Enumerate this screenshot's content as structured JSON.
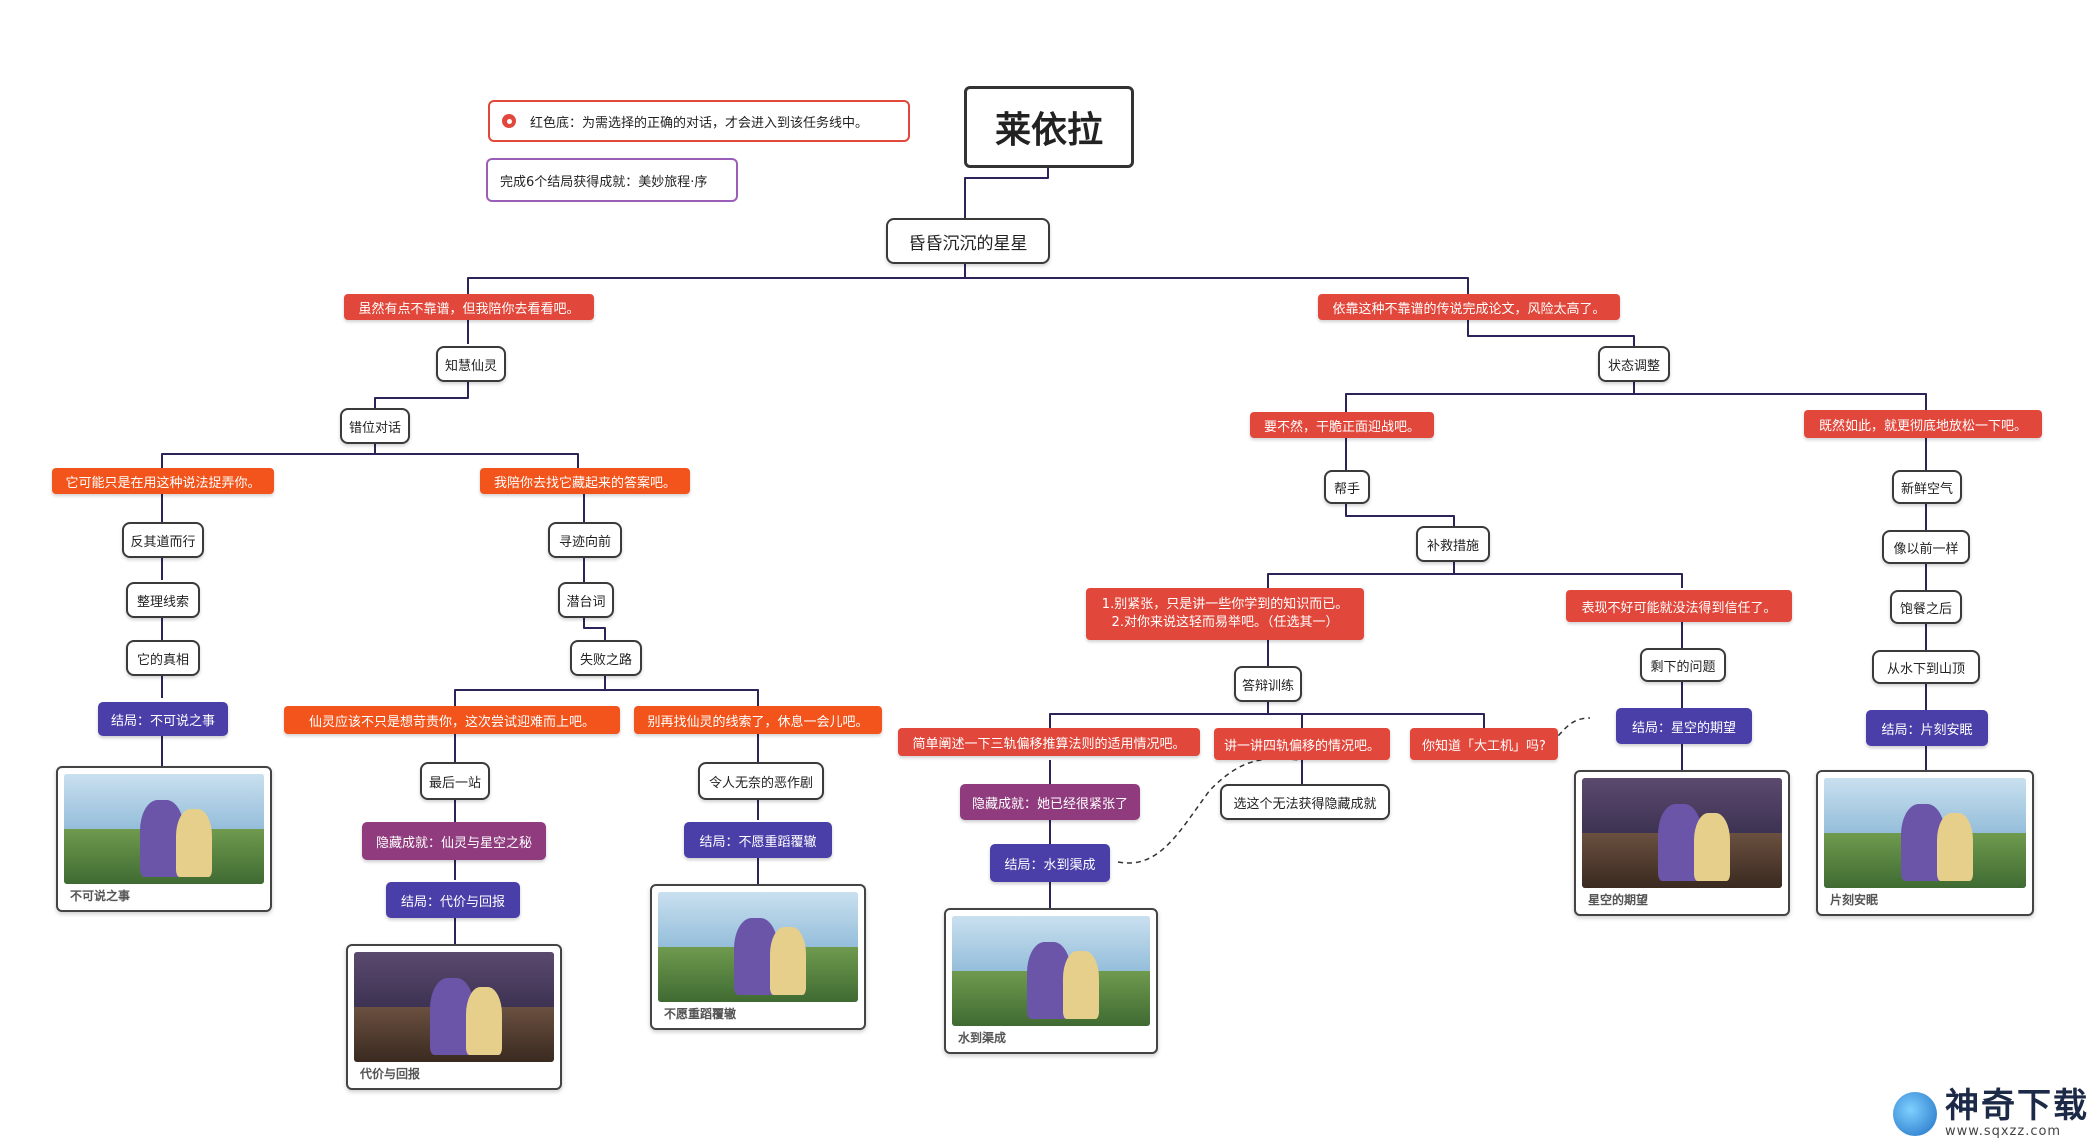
{
  "title": "莱依拉",
  "level1": "昏昏沉沉的星星",
  "legend": {
    "red_note": "红色底：为需选择的正确的对话，才会进入到该任务线中。",
    "achievement_note": "完成6个结局获得成就：美妙旅程·序"
  },
  "left": {
    "choice": "虽然有点不靠谱，但我陪你去看看吧。",
    "n1": "知慧仙灵",
    "n2": "错位对话",
    "a_choice": "它可能只是在用这种说法捉弄你。",
    "a_steps": [
      "反其道而行",
      "整理线索",
      "它的真相"
    ],
    "a_ending": "结局：不可说之事",
    "a_card": "不可说之事",
    "b_choice": "我陪你去找它藏起来的答案吧。",
    "b_steps": [
      "寻迹向前",
      "潜台词",
      "失败之路"
    ],
    "b1_choice": "仙灵应该不只是想苛责你，这次尝试迎难而上吧。",
    "b1_step": "最后一站",
    "b1_hidden": "隐藏成就：仙灵与星空之秘",
    "b1_ending": "结局：代价与回报",
    "b1_card": "代价与回报",
    "b2_choice": "别再找仙灵的线索了，休息一会儿吧。",
    "b2_step": "令人无奈的恶作剧",
    "b2_ending": "结局：不愿重蹈覆辙",
    "b2_card": "不愿重蹈覆辙"
  },
  "right": {
    "choice": "依靠这种不靠谱的传说完成论文，风险太高了。",
    "n1": "状态调整",
    "c_choice": "要不然，干脆正面迎战吧。",
    "c_step1": "帮手",
    "c_step2": "补救措施",
    "c1_choice_line1": "1.别紧张，只是讲一些你学到的知识而已。",
    "c1_choice_line2": "2.对你来说这轻而易举吧。（任选其一）",
    "c1_step": "答辩训练",
    "d1_choice": "简单阐述一下三轨偏移推算法则的适用情况吧。",
    "d1_hidden": "隐藏成就：她已经很紧张了",
    "d1_ending": "结局：水到渠成",
    "d1_card": "水到渠成",
    "d2_choice": "讲一讲四轨偏移的情况吧。",
    "d2_note": "选这个无法获得隐藏成就",
    "d3_choice": "你知道「大工机」吗?",
    "c2_choice": "表现不好可能就没法得到信任了。",
    "c2_step": "剩下的问题",
    "c2_ending": "结局：星空的期望",
    "c2_card": "星空的期望",
    "e_choice": "既然如此，就更彻底地放松一下吧。",
    "e_steps": [
      "新鲜空气",
      "像以前一样",
      "饱餐之后",
      "从水下到山顶"
    ],
    "e_ending": "结局：片刻安眠",
    "e_card": "片刻安眠"
  },
  "watermark": {
    "name": "神奇下载",
    "url": "www.sqxzz.com"
  },
  "colors": {
    "choice_red": "#e2473b",
    "choice_orange": "#f2541b",
    "ending": "#4a3fa8",
    "hidden": "#8f3b7d",
    "line": "#2b2458"
  }
}
